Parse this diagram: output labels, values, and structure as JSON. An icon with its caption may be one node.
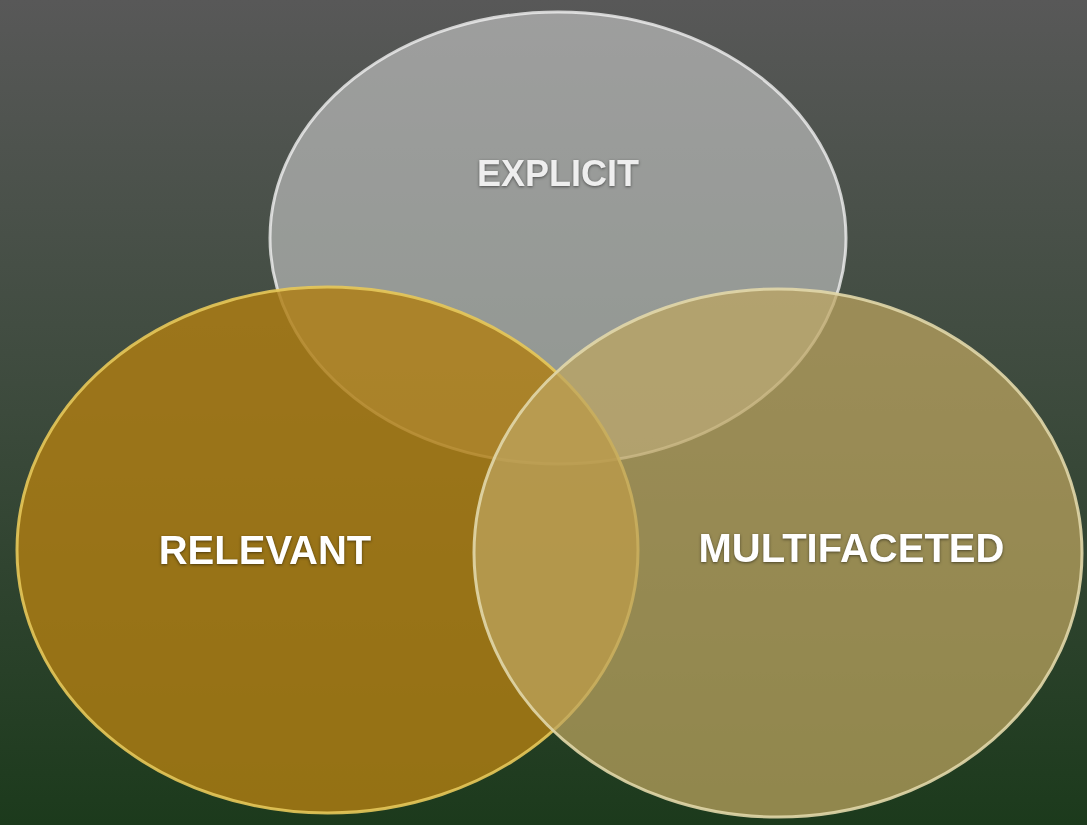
{
  "diagram": {
    "nodes": [
      {
        "text": [
          "EXPLICIT"
        ]
      },
      {
        "text": [
          "RELEVANT"
        ]
      },
      {
        "text": [
          "MULTIFACETED"
        ]
      }
    ]
  }
}
